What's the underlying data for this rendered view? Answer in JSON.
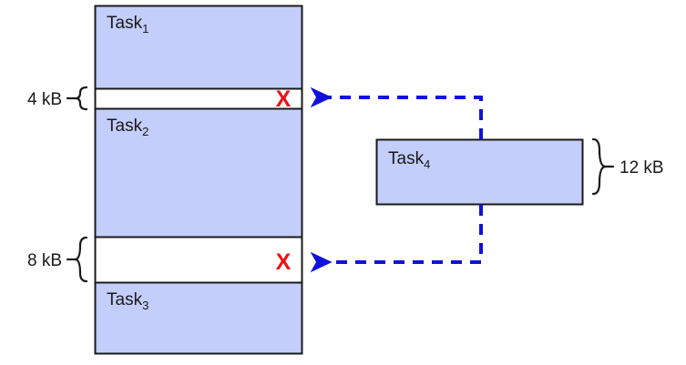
{
  "diagram": {
    "title": "memory-fragmentation-diagram",
    "colors": {
      "block_fill": "#c3cefb",
      "block_stroke": "#1a1a1a",
      "gap_fill": "#ffffff",
      "arrow": "#1111dd",
      "reject_mark": "#ee1111",
      "text": "#1a1a1a",
      "background": "#ffffff"
    },
    "memory": {
      "name": "main-memory-column",
      "blocks": [
        {
          "id": "task1",
          "label": "Task",
          "subscript": "1",
          "kind": "occupied"
        },
        {
          "id": "gap1",
          "label": "",
          "subscript": "",
          "kind": "free",
          "size": "4 kB",
          "reject": "X"
        },
        {
          "id": "task2",
          "label": "Task",
          "subscript": "2",
          "kind": "occupied"
        },
        {
          "id": "gap2",
          "label": "",
          "subscript": "",
          "kind": "free",
          "size": "8 kB",
          "reject": "X"
        },
        {
          "id": "task3",
          "label": "Task",
          "subscript": "3",
          "kind": "occupied"
        }
      ]
    },
    "incoming": {
      "name": "incoming-task-block",
      "label": "Task",
      "subscript": "4",
      "size": "12 kB"
    },
    "size_labels": {
      "gap1": "4 kB",
      "gap2": "8 kB",
      "incoming": "12 kB"
    },
    "reject_marks": {
      "gap1": "X",
      "gap2": "X"
    },
    "arrows": [
      {
        "id": "arrow-to-gap1",
        "from": "task4",
        "to": "gap1",
        "style": "dashed"
      },
      {
        "id": "arrow-to-gap2",
        "from": "task4",
        "to": "gap2",
        "style": "dashed"
      }
    ]
  }
}
